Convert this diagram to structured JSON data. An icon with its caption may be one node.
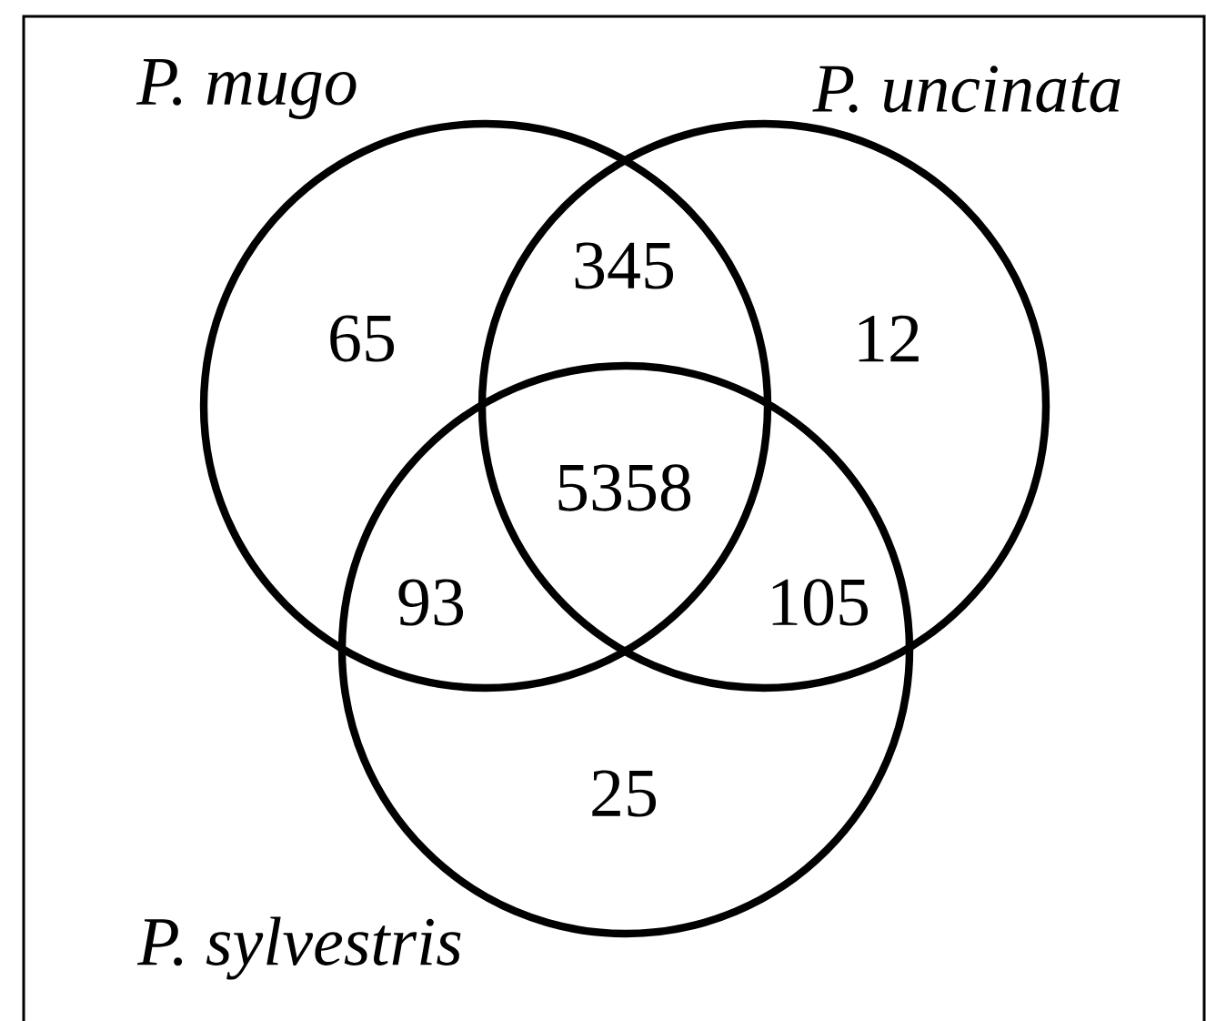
{
  "diagram": {
    "nodes": [
      {
        "text": [
          "P. mugo"
        ]
      },
      {
        "text": [
          "P. uncinata"
        ]
      },
      {
        "text": [
          "P. sylvestris"
        ]
      }
    ],
    "labels": [
      "65",
      "345",
      "12",
      "5358",
      "93",
      "105",
      "25"
    ]
  }
}
